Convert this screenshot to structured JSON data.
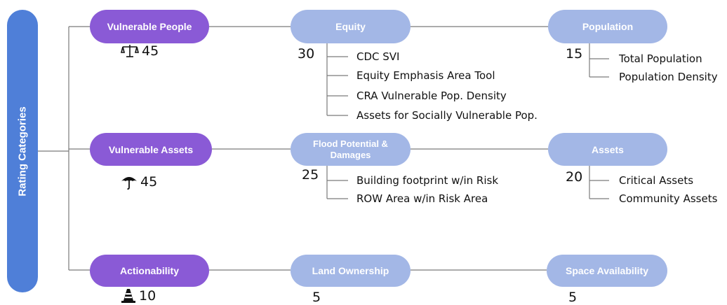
{
  "side_label": "Rating Categories",
  "categories": [
    {
      "label": "Vulnerable People",
      "score": "45",
      "icon": "scales-icon",
      "sub": [
        {
          "label": "Equity",
          "score": "30",
          "items": [
            "CDC SVI",
            "Equity Emphasis Area Tool",
            "CRA Vulnerable Pop. Density",
            "Assets for Socially Vulnerable Pop."
          ]
        },
        {
          "label": "Population",
          "score": "15",
          "items": [
            "Total Population",
            "Population Density"
          ]
        }
      ]
    },
    {
      "label": "Vulnerable Assets",
      "score": "45",
      "icon": "umbrella-icon",
      "sub": [
        {
          "label": "Flood Potential & Damages",
          "score": "25",
          "items": [
            "Building footprint w/in Risk",
            "ROW Area w/in Risk Area"
          ]
        },
        {
          "label": "Assets",
          "score": "20",
          "items": [
            "Critical Assets",
            "Community Assets"
          ]
        }
      ]
    },
    {
      "label": "Actionability",
      "score": "10",
      "icon": "traffic-cone-icon",
      "sub": [
        {
          "label": "Land Ownership",
          "score": "5",
          "items": []
        },
        {
          "label": "Space Availability",
          "score": "5",
          "items": []
        }
      ]
    }
  ],
  "colors": {
    "side": "#4f7fd8",
    "category": "#8a5ad6",
    "subcategory": "#a3b7e6",
    "line": "#777777"
  }
}
